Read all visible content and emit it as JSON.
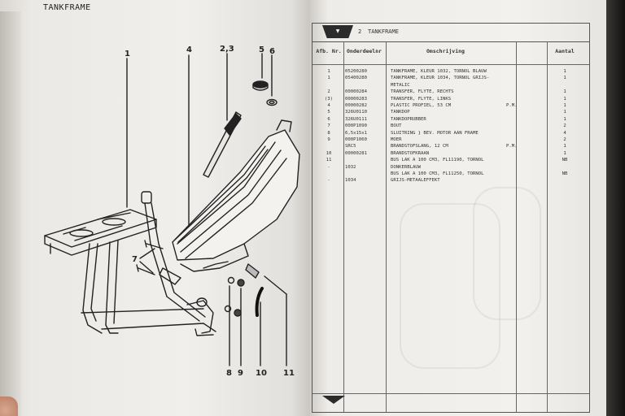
{
  "left_page": {
    "header": "TANKFRAME",
    "callouts": [
      "1",
      "4",
      "2,3",
      "5",
      "6",
      "7",
      "8",
      "9",
      "10",
      "11"
    ]
  },
  "right_page": {
    "section_number": "2",
    "section_title": "TANKFRAME",
    "columns": {
      "afb_nr": "Afb. Nr.",
      "onderdeelnr": "Onderdeelnr",
      "omschrijving": "Omschrijving",
      "aantal": "Aantal"
    },
    "rows": [
      {
        "nr": "1",
        "part": "05200280",
        "desc": "TANKFRAME, KLEUR 1032, TORNOL BLAUW",
        "spec": "",
        "qty": "1"
      },
      {
        "nr": "1",
        "part": "05400280",
        "desc": "TANKFRAME, KLEUR 1034, TORNOL GRIJS-",
        "spec": "",
        "qty": "1"
      },
      {
        "nr": "",
        "part": "",
        "desc": "METALIC",
        "spec": "",
        "qty": ""
      },
      {
        "nr": "2",
        "part": "00000284",
        "desc": "TRANSFER, FLYTE, RECHTS",
        "spec": "",
        "qty": "1"
      },
      {
        "nr": "(3)",
        "part": "00000283",
        "desc": "TRANSFER, FLYTE, LINKS",
        "spec": "",
        "qty": "1"
      },
      {
        "nr": "4",
        "part": "00000282",
        "desc": "PLASTIC PROFIEL, 53 CM",
        "spec": "P.M.",
        "qty": "1"
      },
      {
        "nr": "5",
        "part": "326U0110",
        "desc": "TANKDOP",
        "spec": "",
        "qty": "1"
      },
      {
        "nr": "6",
        "part": "326U0111",
        "desc": "TANKDOPRUBBER",
        "spec": "",
        "qty": "1"
      },
      {
        "nr": "7",
        "part": "000P1090",
        "desc": "BOUT",
        "spec": "",
        "qty": "2"
      },
      {
        "nr": "8",
        "part": "6,5x15x1",
        "desc": "SLUITRING } BEV. MOTOR AAN FRAME",
        "spec": "",
        "qty": "4"
      },
      {
        "nr": "9",
        "part": "000P1060",
        "desc": "MOER",
        "spec": "",
        "qty": "2"
      },
      {
        "nr": "",
        "part": "SRC5",
        "desc": "BRANDSTOFSLANG, 12 CM",
        "spec": "P.M.",
        "qty": "1"
      },
      {
        "nr": "10",
        "part": "00000281",
        "desc": "BRANDSTOFKRAAN",
        "spec": "",
        "qty": "1"
      },
      {
        "nr": "11",
        "part": "",
        "desc": "BUS LAK A 100 CM3, FL11190, TORNOL",
        "spec": "",
        "qty": "NB"
      },
      {
        "nr": "-",
        "part": "1032",
        "desc": "DONKERBLAUW",
        "spec": "",
        "qty": ""
      },
      {
        "nr": "",
        "part": "",
        "desc": "BUS LAK A 100 CM3, FL11250, TORNOL",
        "spec": "",
        "qty": "NB"
      },
      {
        "nr": "-",
        "part": "1034",
        "desc": "GRIJS-METAALEFFEKT",
        "spec": "",
        "qty": ""
      }
    ]
  }
}
